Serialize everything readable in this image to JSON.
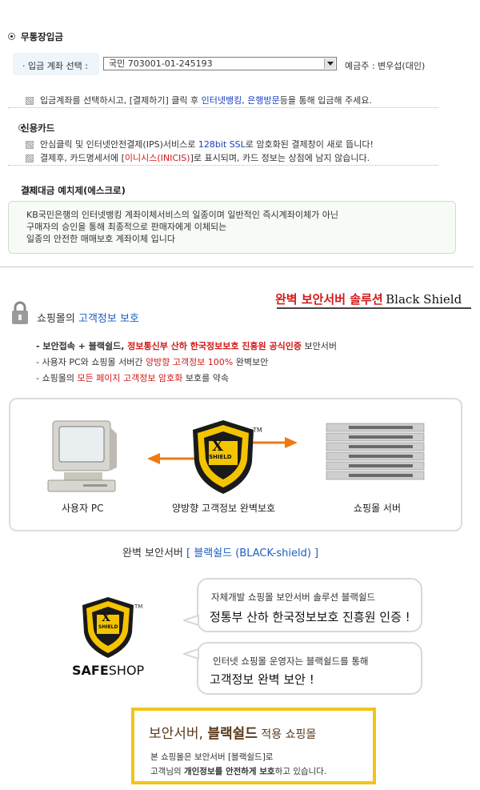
{
  "bank": {
    "title": "무통장입금",
    "account_label": "입금 계좌 선택 :",
    "account_value": "국민  703001-01-245193",
    "holder": "예금주 : 변우섭(대인)",
    "instruction_before": "입금계좌를 선택하시고, [결제하기] 클릭 후 ",
    "instruction_link1": "인터넷뱅킹",
    "instruction_sep": ", ",
    "instruction_link2": "은행방문",
    "instruction_after": "등을 통해 입금해 주세요."
  },
  "card": {
    "title": "신용카드",
    "line1_before": "안심클릭 및 인터넷안전결제(IPS)서비스로 ",
    "line1_highlight": "128bit SSL",
    "line1_after": "로 암호화된 결제창이 새로 뜹니다!",
    "line2_before": "결제후, 카드명세서에 [",
    "line2_highlight": "이니시스(INICIS)",
    "line2_after": "]로 표시되며, 카드 정보는 상점에 남지 않습니다."
  },
  "escrow": {
    "title": "결제대금 예치제(에스크로)",
    "lines": [
      "KB국민은행의 인터넷뱅킹 계좌이체서비스의 일종이며 일반적인 즉시계좌이체가 아닌",
      "구매자의 승인을 통해 최종적으로 판매자에게 이체되는",
      "일종의 안전한 매매보호 계좌이체 입니다"
    ]
  },
  "shield": {
    "headline_red": "완벽 보안서버 솔루션",
    "headline_black": "Black Shield",
    "privacy_prefix": "쇼핑몰의 ",
    "privacy_blue": "고객정보 보호",
    "b1_a": "- 보안접속 + 블랙쉴드, ",
    "b1_red": "정보통신부 산하 한국정보보호 진흥원 공식인증",
    "b1_b": " 보안서버",
    "b2_a": "- 사용자 PC와 쇼핑몰 서버간 ",
    "b2_red": "양방향 고객정보 100%",
    "b2_b": " 완벽보안",
    "b3_a": "- 쇼핑몰의 ",
    "b3_red": "모든 페이지 고객정보 암호화",
    "b3_b": " 보호를 약속",
    "pc_label": "사용자 PC",
    "center_label": "양방향 고객정보 완벽보호",
    "server_label": "쇼핑몰 서버",
    "logo_x": "X",
    "logo_word": "SHIELD",
    "tm": "TM",
    "caption_a": "완벽 보안서버 ",
    "caption_b": "[ 블랙쉴드 (BLACK-shield) ]",
    "safe": "SAFE",
    "shop": "SHOP",
    "bubble1_small": "자체개발 쇼핑몰 보안서버 솔루션 블랙쉴드",
    "bubble1_big": "정통부 산하 한국정보보호 진흥원 인증 !",
    "bubble2_small": "인터넷 쇼핑몰 운영자는 블랙쉴드를 통해",
    "bubble2_big": "고객정보 완벽 보안 !",
    "box_a": "보안서버, ",
    "box_b": "블랙쉴드",
    "box_c": " 적용 쇼핑몰",
    "box_line1": "본 쇼핑몰은 보안서버 [블랙쉴드]로",
    "box_line2_a": "고객님의 ",
    "box_line2_b": "개인정보를 안전하게 보호",
    "box_line2_c": "하고 있습니다."
  }
}
